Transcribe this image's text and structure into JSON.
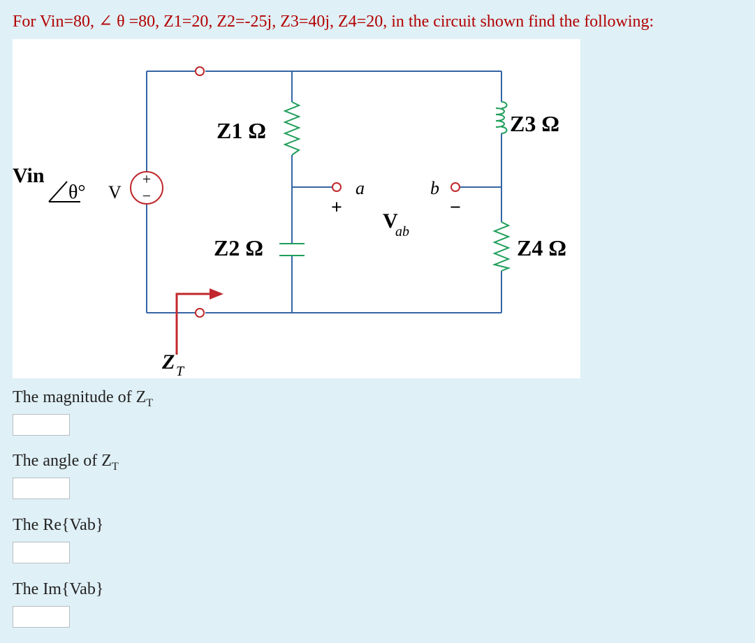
{
  "question": {
    "text": "For Vin=80, ∠ θ =80, Z1=20, Z2=-25j, Z3=40j, Z4=20, in the circuit shown find the following:"
  },
  "circuit": {
    "source_label": "Vin",
    "source_angle": "θ°",
    "source_unit": "V",
    "source_plus": "+",
    "source_minus": "−",
    "z1_label": "Z1 Ω",
    "z2_label": "Z2 Ω",
    "z3_label": "Z3 Ω",
    "z4_label": "Z4 Ω",
    "node_a": "a",
    "node_b": "b",
    "vab_plus": "+",
    "vab_minus": "−",
    "vab_main": "V",
    "vab_sub": "ab",
    "zt_main": "Z",
    "zt_sub": "T"
  },
  "fields": [
    {
      "label_main": "The magnitude of Z",
      "label_sub": "T",
      "value": ""
    },
    {
      "label_main": "The angle of Z",
      "label_sub": "T",
      "value": ""
    },
    {
      "label_main": "The Re{Vab}",
      "label_sub": "",
      "value": ""
    },
    {
      "label_main": "The Im{Vab}",
      "label_sub": "",
      "value": ""
    }
  ],
  "colors": {
    "question_text": "#b30000",
    "wire": "#3465a4",
    "resistor": "#1f9e5a",
    "inductor": "#1f9e5a",
    "arrow": "#c0282d",
    "source_circle": "#c0282d"
  }
}
